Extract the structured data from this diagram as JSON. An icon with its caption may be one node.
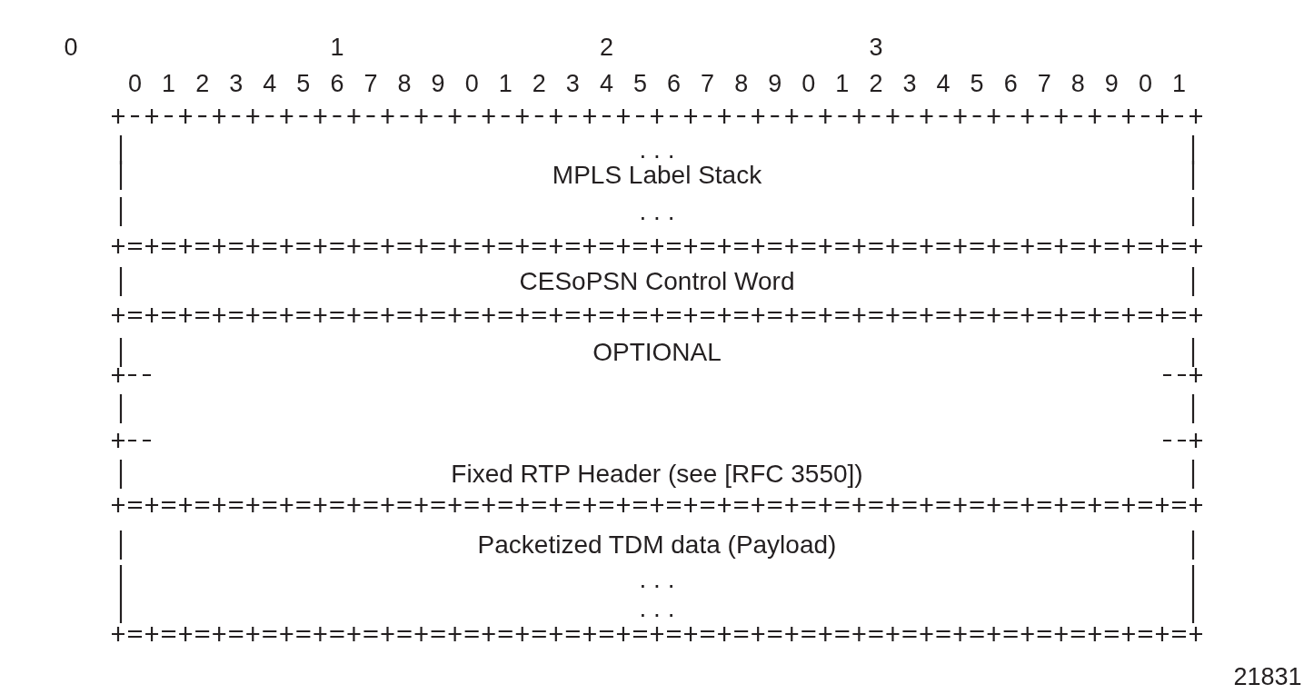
{
  "diagram": {
    "nodes": [
      {
        "text": [
          ". . .",
          "MPLS Label Stack",
          ". . ."
        ]
      },
      {
        "text": [
          "CESoPSN Control Word"
        ]
      },
      {
        "text": [
          "OPTIONAL",
          "Fixed RTP Header (see [RFC 3550])"
        ]
      },
      {
        "text": [
          "Packetized TDM data (Payload)",
          ". . .",
          ". . ."
        ]
      }
    ],
    "labels": [
      "0",
      "1",
      "2",
      "3",
      "0",
      "1",
      "2",
      "3",
      "4",
      "5",
      "6",
      "7",
      "8",
      "9",
      "0",
      "1",
      "2",
      "3",
      "4",
      "5",
      "6",
      "7",
      "8",
      "9",
      "0",
      "1",
      "2",
      "3",
      "4",
      "5",
      "6",
      "7",
      "8",
      "9",
      "0",
      "1",
      "21831"
    ]
  }
}
